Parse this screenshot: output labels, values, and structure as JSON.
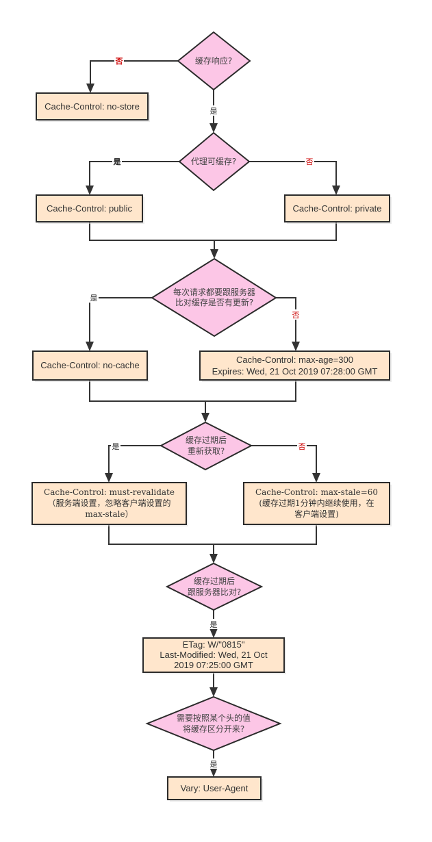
{
  "colors": {
    "box_fill": "#ffe6cc",
    "diamond_fill": "#fcc6e6",
    "stroke": "#2b2b2b",
    "no_label": "#cc0000",
    "yes_label": "#222222"
  },
  "labels": {
    "yes": "是",
    "no": "否"
  },
  "decisions": {
    "cache_response": {
      "lines": [
        "缓存响应?"
      ]
    },
    "proxy_cacheable": {
      "lines": [
        "代理可缓存?"
      ]
    },
    "revalidate_each": {
      "lines": [
        "每次请求都要跟服务器",
        "比对缓存是否有更新?"
      ]
    },
    "refetch_after_expire": {
      "lines": [
        "缓存过期后",
        "重新获取?"
      ]
    },
    "compare_after_expire": {
      "lines": [
        "缓存过期后",
        "跟服务器比对?"
      ]
    },
    "vary_by_header": {
      "lines": [
        "需要按照某个头的值",
        "将缓存区分开来?"
      ]
    }
  },
  "results": {
    "no_store": {
      "lines": [
        "Cache-Control: no-store"
      ]
    },
    "public": {
      "lines": [
        "Cache-Control: public"
      ]
    },
    "private": {
      "lines": [
        "Cache-Control: private"
      ]
    },
    "no_cache": {
      "lines": [
        "Cache-Control: no-cache"
      ]
    },
    "max_age": {
      "lines": [
        "Cache-Control: max-age=300",
        "Expires: Wed, 21 Oct 2019 07:28:00 GMT"
      ]
    },
    "must_revalidate": {
      "lines": [
        "Cache-Control: must-revalidate",
        "（服务端设置，忽略客户端设置的",
        "max-stale）"
      ]
    },
    "max_stale": {
      "lines": [
        "Cache-Control: max-stale=60",
        "(缓存过期1分钟内继续使用，在",
        "客户端设置)"
      ]
    },
    "etag": {
      "lines": [
        "ETag: W/\"0815\"",
        "Last-Modified: Wed, 21 Oct",
        "2019 07:25:00 GMT"
      ]
    },
    "vary": {
      "lines": [
        "Vary: User-Agent"
      ]
    }
  }
}
